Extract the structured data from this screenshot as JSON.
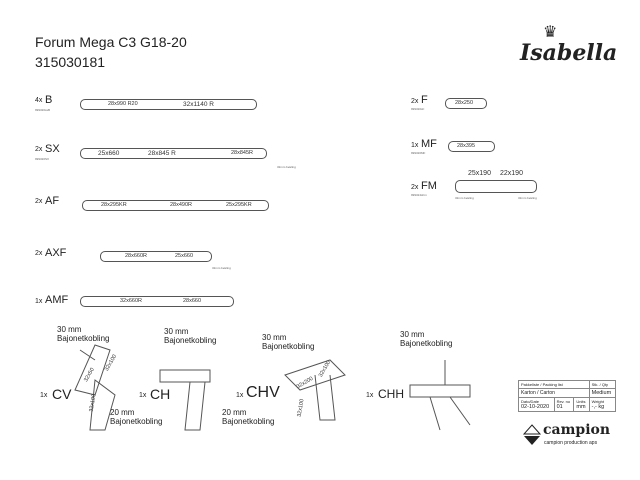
{
  "header": {
    "title": "Forum Mega C3 G18-20",
    "number": "315030181",
    "logo": "Isabella"
  },
  "parts": [
    {
      "qty": "4x",
      "name": "B",
      "code": "999320ssB",
      "segments": [
        "28x990 R20",
        "32x1140 R"
      ]
    },
    {
      "qty": "2x",
      "name": "SX",
      "code": "999320SX",
      "segments": [
        "25x660",
        "28x845 R",
        "28x845R"
      ],
      "note": "32mm bøsling"
    },
    {
      "qty": "2x",
      "name": "AF",
      "segments": [
        "28x295KR",
        "28x490R",
        "25x295KR"
      ]
    },
    {
      "qty": "2x",
      "name": "AXF",
      "segments": [
        "28x660R",
        "25x660"
      ],
      "note": "32mm bøsling"
    },
    {
      "qty": "1x",
      "name": "AMF",
      "segments": [
        "32x660R",
        "28x660"
      ]
    },
    {
      "qty": "2x",
      "name": "F",
      "code": "999320sF",
      "segments": [
        "28x250"
      ]
    },
    {
      "qty": "1x",
      "name": "MF",
      "code": "999320MF",
      "segments": [
        "28x395"
      ]
    },
    {
      "qty": "2x",
      "name": "FM",
      "code": "999324sFm",
      "segments": [
        "25x190",
        "22x190"
      ],
      "notes": [
        "32mm bøsling",
        "32mm bøsling"
      ]
    }
  ],
  "connectors": [
    {
      "qty": "1x",
      "name": "CV",
      "top": "30 mm\nBajonetkobling",
      "bottom": "20 mm\nBajonetkobling",
      "dims": [
        "32x50",
        "32x100",
        "32x100"
      ]
    },
    {
      "qty": "1x",
      "name": "CH",
      "top": "30 mm\nBajonetkobling"
    },
    {
      "qty": "1x",
      "name": "CHV",
      "top": "30 mm\nBajonetkobling",
      "bottom": "20 mm\nBajonetkobling",
      "dims": [
        "32x200",
        "32x100",
        "32x100"
      ]
    },
    {
      "qty": "1x",
      "name": "CHH",
      "top": "30 mm\nBajonetkobling"
    }
  ],
  "titleblock": {
    "packing_label": "Pakkeliste / Packing list",
    "qty_label": "Stk. / Qty",
    "packing": "Karton / Carton",
    "size": "Medium",
    "date_label": "Dato/Date",
    "date": "02-10-2020",
    "rev_label": "Rev. no",
    "rev": "01",
    "units_label": "Units",
    "units": "mm",
    "weight_label": "Weight",
    "weight": "-,- kg"
  },
  "company": {
    "name": "campion",
    "sub": "campion production aps"
  }
}
